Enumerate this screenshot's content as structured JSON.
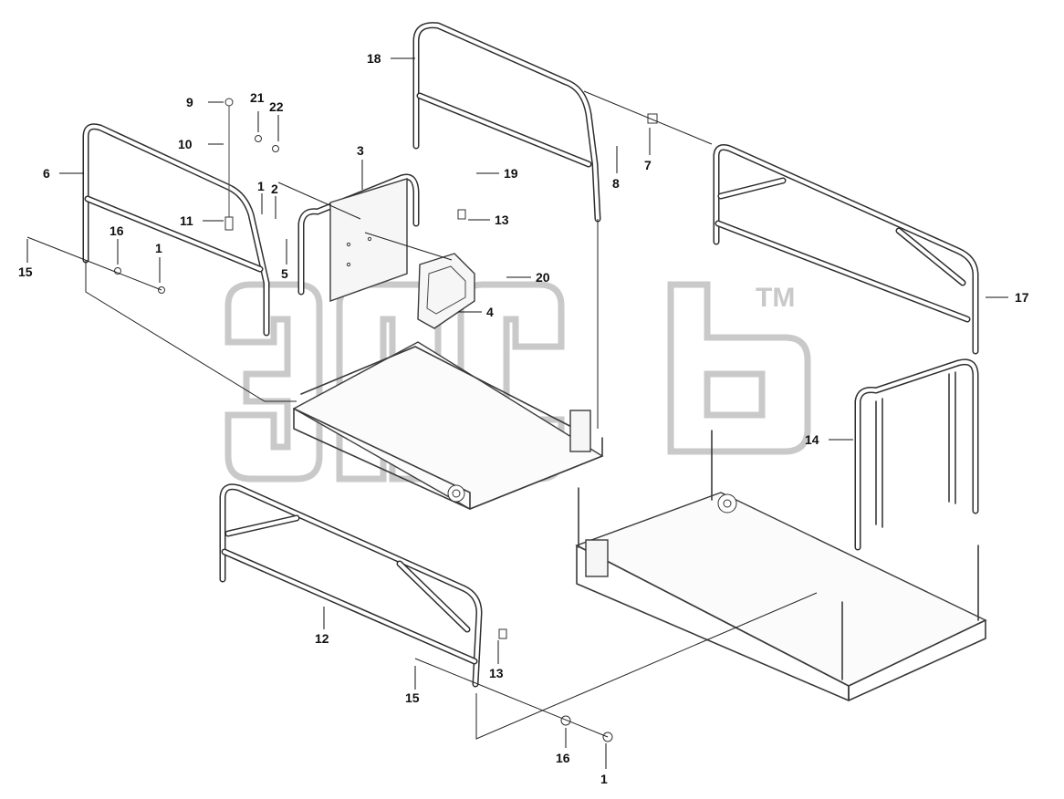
{
  "watermark": {
    "mark": "TM"
  },
  "callouts": [
    {
      "label": "1"
    },
    {
      "label": "1"
    },
    {
      "label": "1"
    },
    {
      "label": "2"
    },
    {
      "label": "3"
    },
    {
      "label": "4"
    },
    {
      "label": "5"
    },
    {
      "label": "6"
    },
    {
      "label": "7"
    },
    {
      "label": "8"
    },
    {
      "label": "9"
    },
    {
      "label": "10"
    },
    {
      "label": "11"
    },
    {
      "label": "12"
    },
    {
      "label": "13"
    },
    {
      "label": "13"
    },
    {
      "label": "14"
    },
    {
      "label": "15"
    },
    {
      "label": "15"
    },
    {
      "label": "16"
    },
    {
      "label": "16"
    },
    {
      "label": "17"
    },
    {
      "label": "18"
    },
    {
      "label": "19"
    },
    {
      "label": "20"
    },
    {
      "label": "21"
    },
    {
      "label": "22"
    }
  ]
}
